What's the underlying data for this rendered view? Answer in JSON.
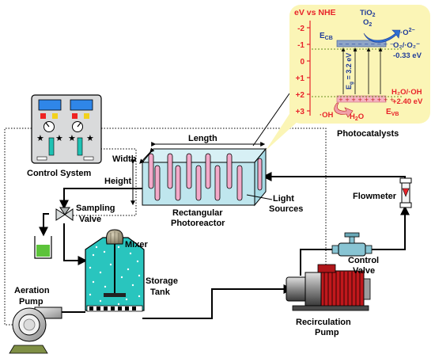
{
  "labels": {
    "length": "Length",
    "width": "Width",
    "height": "Height",
    "photoreactor_line1": "Rectangular",
    "photoreactor_line2": "Photoreactor",
    "light_line1": "Light",
    "light_line2": "Sources",
    "flowmeter": "Flowmeter",
    "control_system": "Control System",
    "sampling_line1": "Sampling",
    "sampling_line2": "Valve",
    "mixer": "Mixer",
    "storage_line1": "Storage",
    "storage_line2": "Tank",
    "aeration_line1": "Aeration",
    "aeration_line2": "Pump",
    "recirculation_line1": "Recirculation",
    "recirculation_line2": "Pump",
    "control_valve_line1": "Control",
    "control_valve_line2": "Valve",
    "photocatalysts": "Photocatalysts"
  },
  "band": {
    "axis_title": "eV vs NHE",
    "ticks": [
      "-2",
      "-1",
      "0",
      "+1",
      "+2",
      "+3"
    ],
    "tio2": "TiO",
    "tio2_sub": "2",
    "o2": "O",
    "o2_sub": "2",
    "superoxide": "·O",
    "superoxide_sup": "2−",
    "ecb": "E",
    "ecb_sub": "CB",
    "evb": "E",
    "evb_sub": "VB",
    "eg": "E",
    "eg_sub": "g",
    "eg_value": " = 3.2 eV",
    "o2_couple": "O₂/·O₂⁻",
    "o2_potential": "-0.33 eV",
    "h2o_couple": "H₂O/·OH",
    "h2o_potential": "+2.40 eV",
    "oh_radical": "·OH",
    "h2o": "H₂O",
    "h2o_main": "H",
    "h2o_sub": "2",
    "h2o_end": "O"
  },
  "colors": {
    "tank_fill": "#29c5be",
    "reactor_fill": "#bfe6ee",
    "lamp_fill": "#f2a9c9",
    "band_panel": "#fbf5b6",
    "band_red": "#e8232a",
    "band_blue": "#1f3b99",
    "cb_fill": "#8fa6c8",
    "vb_fill": "#f6b3c1",
    "beaker_liquid": "#5cc33a",
    "valve_fill": "#88c4d3",
    "pump_red": "#c0181c"
  }
}
